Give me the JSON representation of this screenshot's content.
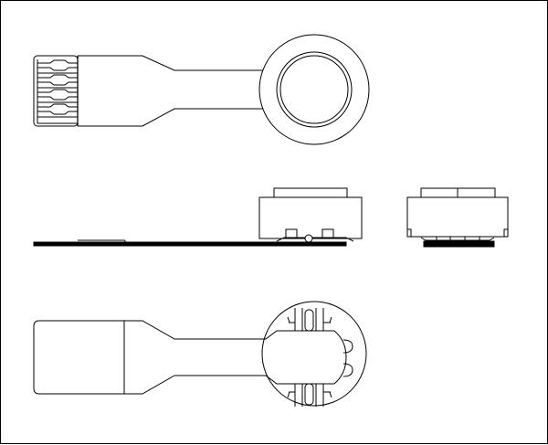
{
  "drawing": {
    "views": [
      "top-view",
      "side-view",
      "end-view",
      "bottom-view"
    ],
    "line_color": "#000000",
    "background": "#ffffff"
  }
}
